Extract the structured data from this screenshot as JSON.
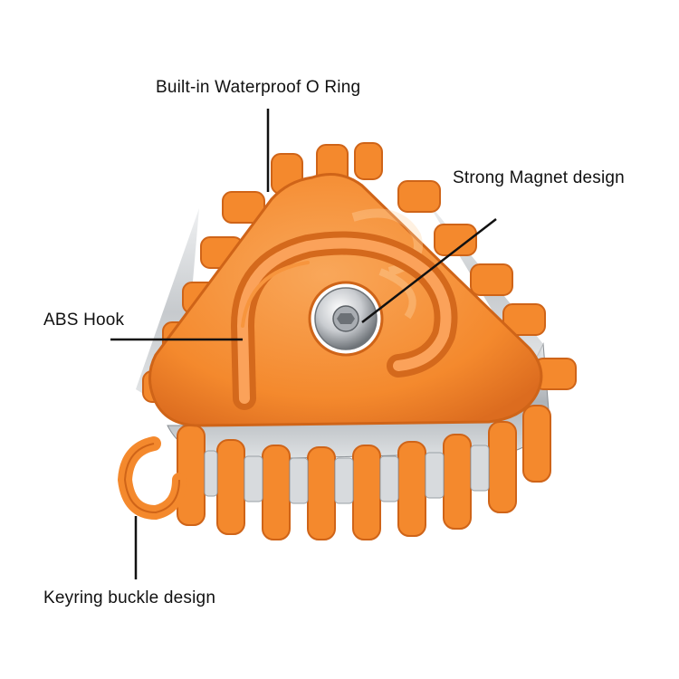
{
  "callouts": {
    "oring": "Built-in Waterproof O Ring",
    "magnet": "Strong Magnet design",
    "hook": "ABS Hook",
    "keyring": "Keyring buckle design"
  },
  "colors": {
    "body_orange": "#f4892d",
    "body_dark": "#d9661a",
    "body_light": "#f9a75a",
    "lens": "#cfd3d6",
    "magnet_silver": "#c9ccd0",
    "leader_line": "#111111",
    "background": "#ffffff"
  }
}
